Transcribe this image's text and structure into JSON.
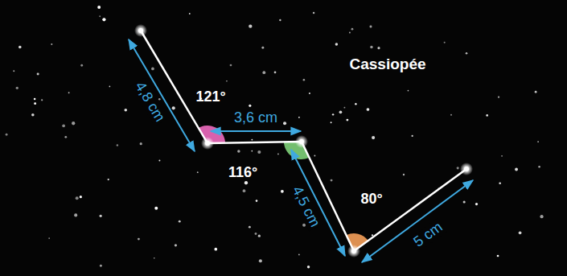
{
  "diagram": {
    "labels": [
      "Cassiopée",
      "4,8 cm",
      "121°",
      "3,6 cm",
      "116°",
      "4,5 cm",
      "80°",
      "5 cm"
    ]
  }
}
